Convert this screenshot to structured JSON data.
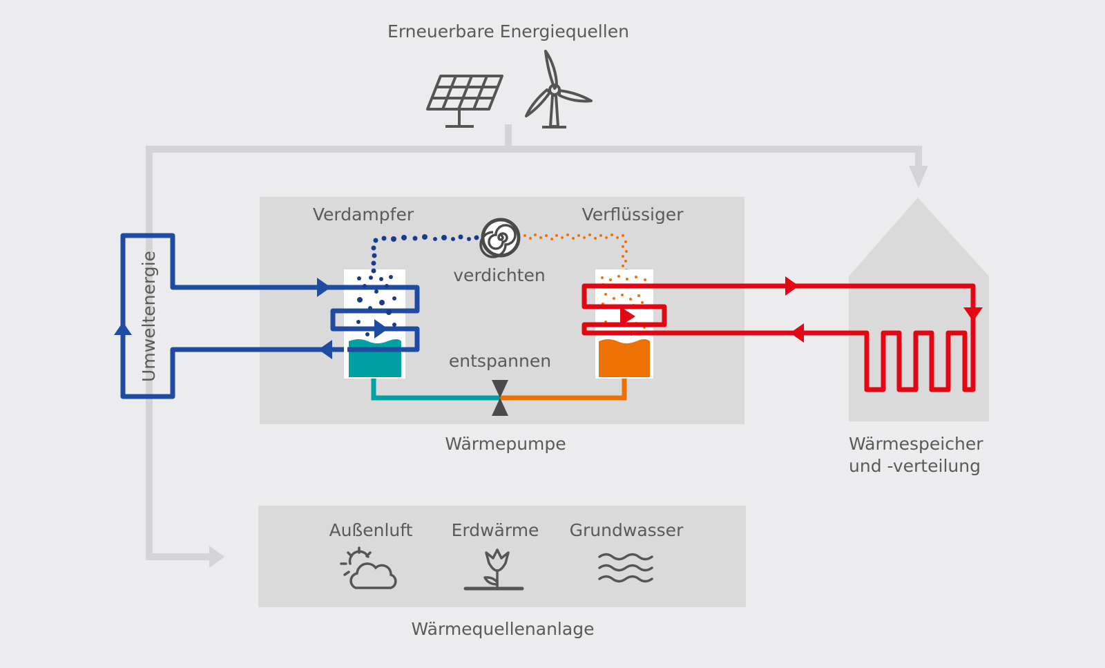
{
  "labels": {
    "renewables": "Erneuerbare Energiequellen",
    "evaporator": "Verdampfer",
    "condenser": "Verflüssiger",
    "compress": "verdichten",
    "expand": "entspannen",
    "heat_pump": "Wärmepumpe",
    "ambient_energy": "Umweltenergie",
    "storage_line1": "Wärmespeicher",
    "storage_line2": "und -verteilung",
    "source_plant": "Wärmequellenanlage",
    "sources": [
      "Außenluft",
      "Erdwärme",
      "Grundwasser"
    ]
  },
  "icons": {
    "renewables": [
      "solar-panel-icon",
      "wind-turbine-icon"
    ],
    "sources": [
      "sun-cloud-icon",
      "tulip-icon",
      "water-waves-icon"
    ],
    "compressor": "compressor-spiral-icon",
    "valve": "expansion-valve-icon"
  },
  "colors": {
    "background": "#ececee",
    "panel": "#dadadb",
    "gray_line": "#d4d4d6",
    "cold_blue": "#1f4ca0",
    "dots_blue": "#1a3a8c",
    "hot_red": "#e30613",
    "teal": "#00a0a3",
    "orange": "#ee7203",
    "dots_orange": "#ee7203",
    "text": "#5a5a5a",
    "icon": "#555555"
  }
}
